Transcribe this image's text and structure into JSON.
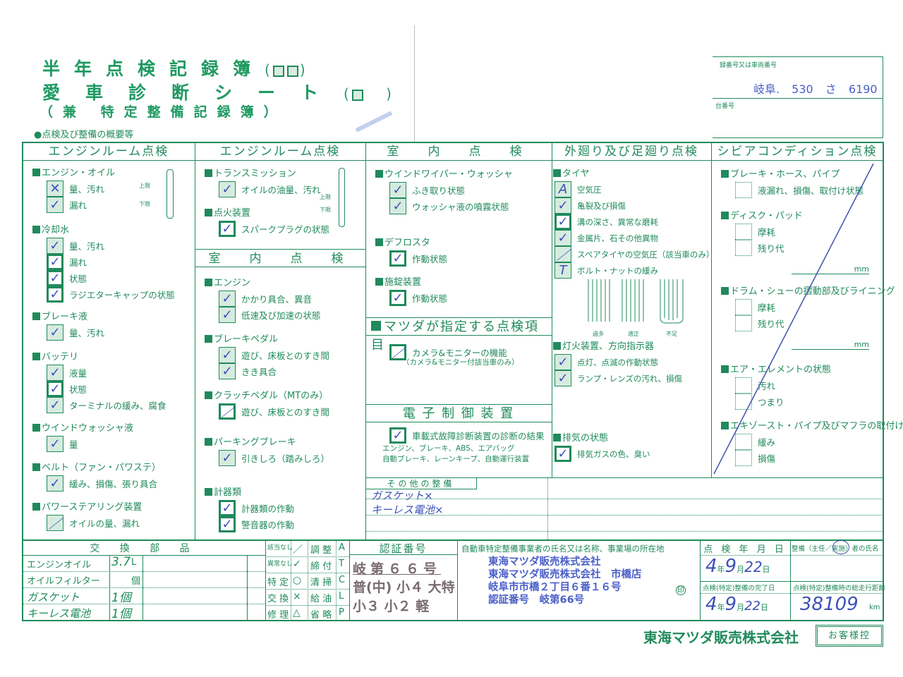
{
  "header": {
    "title1": "半年点検記録簿",
    "title2": "愛車診断シート",
    "title3": "（兼 特定整備記録簿）",
    "overview_label": "●点検及び整備の概要等",
    "reg_label": "録番号又は車両番号",
    "reg_value": "岐阜. 530 さ 6190",
    "chassis_label": "台番号"
  },
  "columns": [
    {
      "title": "エンジンルーム点検",
      "sections": [
        {
          "name": "エンジン・オイル",
          "items": [
            {
              "label": "量、汚れ",
              "mark": "✕",
              "style": "shaded"
            },
            {
              "label": "漏れ",
              "mark": "✓",
              "style": "shaded"
            }
          ]
        },
        {
          "name": "冷却水",
          "items": [
            {
              "label": "量、汚れ",
              "mark": "✓",
              "style": "shaded"
            },
            {
              "label": "漏れ",
              "mark": "✓",
              "style": "bold"
            },
            {
              "label": "状態",
              "mark": "✓",
              "style": "bold"
            },
            {
              "label": "ラジエターキャップの状態",
              "mark": "✓",
              "style": "bold"
            }
          ]
        },
        {
          "name": "ブレーキ液",
          "items": [
            {
              "label": "量、汚れ",
              "mark": "✓",
              "style": "shaded"
            }
          ]
        },
        {
          "name": "バッテリ",
          "items": [
            {
              "label": "液量",
              "mark": "✓",
              "style": "shaded"
            },
            {
              "label": "状態",
              "mark": "✓",
              "style": "bold"
            },
            {
              "label": "ターミナルの緩み、腐食",
              "mark": "✓",
              "style": "shaded"
            }
          ]
        },
        {
          "name": "ウインドウォッシャ液",
          "items": [
            {
              "label": "量",
              "mark": "✓",
              "style": "shaded"
            }
          ]
        },
        {
          "name": "ベルト（ファン・パワステ）",
          "items": [
            {
              "label": "緩み、損傷、張り具合",
              "mark": "✓",
              "style": "shaded"
            }
          ]
        },
        {
          "name": "パワーステアリング装置",
          "items": [
            {
              "label": "オイルの量、漏れ",
              "mark": "／",
              "style": "shaded"
            }
          ]
        }
      ]
    },
    {
      "title": "エンジンルーム点検",
      "subtitle": "室　内　点　検",
      "sections": [
        {
          "name": "トランスミッション",
          "items": [
            {
              "label": "オイルの油量、汚れ",
              "mark": "✓",
              "style": "shaded"
            }
          ]
        },
        {
          "name": "点火装置",
          "items": [
            {
              "label": "スパークプラグの状態",
              "mark": "✓",
              "style": "bold"
            }
          ]
        },
        {
          "name": "エンジン",
          "items": [
            {
              "label": "かかり具合、異音",
              "mark": "✓",
              "style": "shaded"
            },
            {
              "label": "低速及び加速の状態",
              "mark": "✓",
              "style": "shaded"
            }
          ]
        },
        {
          "name": "ブレーキペダル",
          "items": [
            {
              "label": "遊び、床板とのすき間",
              "mark": "✓",
              "style": "shaded"
            },
            {
              "label": "きき具合",
              "mark": "✓",
              "style": "shaded"
            }
          ]
        },
        {
          "name": "クラッチペダル（MTのみ）",
          "items": [
            {
              "label": "遊び、床板とのすき間",
              "mark": "／",
              "style": "bold"
            }
          ]
        },
        {
          "name": "パーキングブレーキ",
          "items": [
            {
              "label": "引きしろ（踏みしろ）",
              "mark": "✓",
              "style": "shaded"
            }
          ]
        },
        {
          "name": "計器類",
          "items": [
            {
              "label": "計器類の作動",
              "mark": "✓",
              "style": "bold"
            },
            {
              "label": "警音器の作動",
              "mark": "✓",
              "style": "bold"
            }
          ]
        }
      ]
    },
    {
      "title": "室　内　点　検",
      "mazda_title": "マツダが指定する点検項目",
      "ecu_title": "電 子 制 御 装 置",
      "sections": [
        {
          "name": "ウインドワイパー・ウォッシャ",
          "items": [
            {
              "label": "ふき取り状態",
              "mark": "✓",
              "style": "shaded"
            },
            {
              "label": "ウォッシャ液の噴霧状態",
              "mark": "✓",
              "style": "shaded"
            }
          ]
        },
        {
          "name": "デフロスタ",
          "items": [
            {
              "label": "作動状態",
              "mark": "✓",
              "style": "bold"
            }
          ]
        },
        {
          "name": "施錠装置",
          "items": [
            {
              "label": "作動状態",
              "mark": "✓",
              "style": "bold"
            }
          ]
        },
        {
          "name": "",
          "items": [
            {
              "label": "カメラ&モニターの機能",
              "mark": "／",
              "style": "bold"
            }
          ],
          "subs": [
            "（カメラ&モニター付該当車のみ）"
          ]
        },
        {
          "name": "",
          "items": [
            {
              "label": "車載式故障診断装置の診断の結果",
              "mark": "✓",
              "style": "bold"
            }
          ],
          "subs": [
            "エンジン、ブレーキ、ABS、エアバッグ",
            "自動ブレーキ、レーンキープ、自動運行装置"
          ]
        }
      ]
    },
    {
      "title": "外廻り及び足廻り点検",
      "tire_labels": [
        "過多",
        "適正",
        "不足"
      ],
      "sections": [
        {
          "name": "タイヤ",
          "items": [
            {
              "label": "空気圧",
              "mark": "A",
              "style": "shaded"
            },
            {
              "label": "亀裂及び損傷",
              "mark": "✓",
              "style": "shaded"
            },
            {
              "label": "溝の深さ、異常な磨耗",
              "mark": "✓",
              "style": "bold"
            },
            {
              "label": "金属片、石その他異物",
              "mark": "✓",
              "style": "shaded"
            },
            {
              "label": "スペアタイヤの空気圧（該当車のみ）",
              "mark": "／",
              "style": "shaded"
            },
            {
              "label": "ボルト・ナットの緩み",
              "mark": "T",
              "style": "shaded"
            }
          ]
        },
        {
          "name": "灯火装置、方向指示器",
          "items": [
            {
              "label": "点灯、点滅の作動状態",
              "mark": "✓",
              "style": "shaded"
            },
            {
              "label": "ランプ・レンズの汚れ、損傷",
              "mark": "✓",
              "style": "shaded"
            }
          ]
        },
        {
          "name": "排気の状態",
          "items": [
            {
              "label": "排気ガスの色、臭い",
              "mark": "✓",
              "style": "bold"
            }
          ]
        }
      ]
    },
    {
      "title": "シビアコンディション点検",
      "mm_unit": "mm",
      "sections": [
        {
          "name": "ブレーキ・ホース、パイプ",
          "items": [
            {
              "label": "液漏れ、損傷、取付け状態",
              "mark": "",
              "style": "dotted"
            }
          ]
        },
        {
          "name": "ディスク・パッド",
          "items": [
            {
              "label": "摩耗",
              "mark": "",
              "style": "dotted"
            },
            {
              "label": "残り代",
              "mark": "",
              "style": "dotted"
            }
          ],
          "mm": true
        },
        {
          "name": "ドラム・シューの摺動部及びライニング",
          "items": [
            {
              "label": "摩耗",
              "mark": "",
              "style": "dotted"
            },
            {
              "label": "残り代",
              "mark": "",
              "style": "dotted"
            }
          ],
          "mm": true
        },
        {
          "name": "エア・エレメントの状態",
          "items": [
            {
              "label": "汚れ",
              "mark": "",
              "style": "dotted"
            },
            {
              "label": "つまり",
              "mark": "",
              "style": "dotted"
            }
          ]
        },
        {
          "name": "エキゾースト・パイプ及びマフラの取付け",
          "items": [
            {
              "label": "緩み",
              "mark": "",
              "style": "dotted"
            },
            {
              "label": "損傷",
              "mark": "",
              "style": "dotted"
            }
          ]
        }
      ]
    }
  ],
  "gauge_labels": {
    "upper": "上限",
    "lower": "下限"
  },
  "other_maintenance": {
    "title": "その他の整備",
    "entries": [
      "ガスケット×",
      "キーレス電池×"
    ]
  },
  "parts": {
    "title": "交 換 部 品",
    "rows": [
      {
        "name": "エンジンオイル",
        "qty": "3.7",
        "unit": "L"
      },
      {
        "name": "オイルフィルター",
        "qty": "",
        "unit": "個"
      },
      {
        "name": "ガスケット",
        "qty": "1個",
        "unit": ""
      },
      {
        "name": "キーレス電池",
        "qty": "1個",
        "unit": ""
      }
    ]
  },
  "legend": [
    {
      "label": "該当なし",
      "symbol": "／",
      "action": "調 整",
      "code": "A"
    },
    {
      "label": "異常なし",
      "symbol": "✓",
      "action": "締 付",
      "code": "T"
    },
    {
      "label": "特 定",
      "symbol": "○",
      "action": "清 掃",
      "code": "C"
    },
    {
      "label": "交 換",
      "symbol": "×",
      "action": "給 油",
      "code": "L"
    },
    {
      "label": "修 理",
      "symbol": "△",
      "action": "省 略",
      "code": "P"
    }
  ],
  "certification": {
    "title": "認証番号",
    "line1": "岐第６６号",
    "line2": "普(中) 小４ 大特",
    "line3": "小３ 小２ 軽"
  },
  "business": {
    "label": "自動車特定整備事業者の氏名又は名称、事業場の所在地",
    "lines": [
      "東海マツダ販売株式会社",
      "東海マツダ販売株式会社　市橋店",
      "岐阜市市橋２丁目６番１６号",
      "認証番号　岐第66号"
    ],
    "seal": "印"
  },
  "dates": {
    "inspection_label": "点 検 年 月 日",
    "inspection": {
      "year": "4",
      "month": "9",
      "day": "22"
    },
    "completion_label": "点検(特定)整備の完了日",
    "completion": {
      "year": "4",
      "month": "9",
      "day": "22"
    },
    "units": {
      "year": "年",
      "month": "月",
      "day": "日"
    },
    "mechanic_label": "整備（主任／実施）者の氏名",
    "mileage_label": "点検(特定)整備時の総走行距離",
    "mileage": "38109",
    "mileage_unit": "km"
  },
  "footer": {
    "company": "東海マツダ販売株式会社",
    "copy_label": "お客様控"
  },
  "colors": {
    "green": "#1f8a5c",
    "ink": "#3d50b8"
  }
}
